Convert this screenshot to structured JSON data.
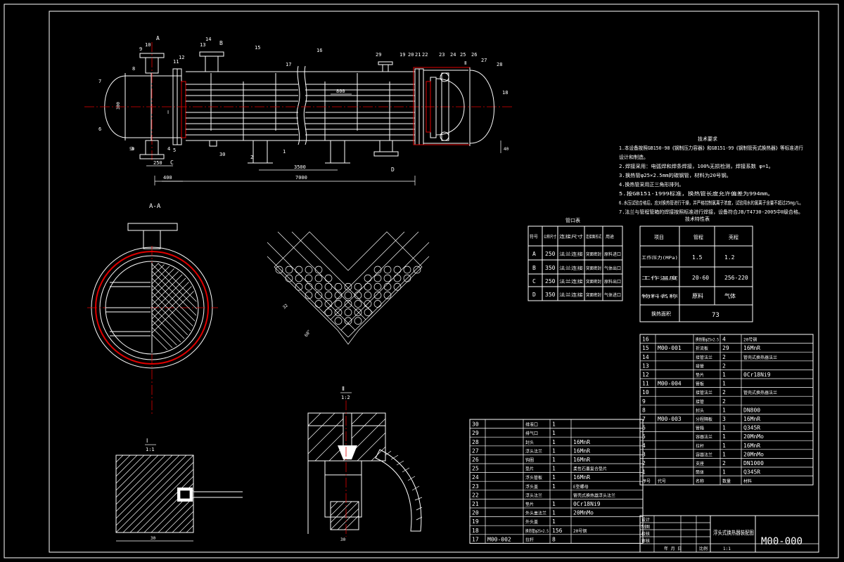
{
  "section_labels": {
    "aa": "A-A",
    "b_top": "Ⅱ",
    "b_bottom": "1:2",
    "c_top": "Ⅰ",
    "c_bottom": "1:1"
  },
  "dimensions": {
    "overall": "7000",
    "support": "3500",
    "support_left": "250",
    "middle": "800",
    "nozzle": "300",
    "right": "40",
    "left_end": "400",
    "pitch": "32",
    "angle": "60°",
    "flange_gap": "50",
    "section_c_width": "30",
    "section_b_width": "30"
  },
  "view_letters": {
    "a": "A",
    "b": "B",
    "c": "C",
    "d": "D",
    "section_mark": "Ⅰ",
    "section_mark2": "Ⅱ"
  },
  "balloons": [
    "1",
    "2",
    "3",
    "4",
    "5",
    "6",
    "7",
    "8",
    "9",
    "10",
    "11",
    "12",
    "13",
    "14",
    "15",
    "16",
    "17",
    "18",
    "19",
    "20",
    "21",
    "22",
    "23",
    "24",
    "25",
    "26",
    "27",
    "28",
    "29",
    "30"
  ],
  "tech_req": {
    "title": "技术要求",
    "lines": [
      "1.本设备按照GB150-98《钢制压力容器》和GB151-99《钢制管壳式换热器》等标准进行",
      "设计和制造。",
      "2.焊接采用：电弧焊和焊条焊接，100%无损检测，焊接系数 φ=1。",
      "3.换热管φ25×2.5mm的碳钢管，材料为20号钢。",
      "4.换热管采用正三角形排列。",
      "5.按GB151-1999标准，换热管长度允许偏差为994mm。",
      "6.水压试验合格后，应对换热管进行干燥，并严格控制氯离子浓度，试验用水的氯离子含量不超过25mg/L。",
      "7.法兰与管程管箱的焊接按照标准进行焊接，设备符合JB/T4730-2005中Ⅱ级合格。"
    ]
  },
  "nozzle_table": {
    "title": "管口表",
    "headers": [
      "符号",
      "公称尺寸",
      "连接尺寸",
      "连接面形式",
      "用途"
    ],
    "rows": [
      [
        "A",
        "250",
        "法兰连接",
        "突面密封",
        "原料进口"
      ],
      [
        "B",
        "350",
        "法兰连接",
        "突面密封",
        "气体出口"
      ],
      [
        "C",
        "250",
        "法兰连接",
        "突面密封",
        "原料出口"
      ],
      [
        "D",
        "350",
        "法兰连接",
        "突面密封",
        "气体进口"
      ]
    ]
  },
  "spec_table": {
    "title": "技术特性表",
    "headers": [
      "项目",
      "管程",
      "壳程"
    ],
    "rows": [
      [
        "工作压力(MPa)",
        "1.5",
        "1.2"
      ],
      [
        "工作温度",
        "20-60",
        "256-220"
      ],
      [
        "物料名称",
        "原料",
        "气体"
      ]
    ],
    "last_label": "换热面积",
    "last_value": "73"
  },
  "bom_upper": [
    [
      "16",
      "",
      "换热管φ25×2.5",
      "4",
      "20号钢"
    ],
    [
      "15",
      "M00-001",
      "折流板",
      "29",
      "16MnR"
    ],
    [
      "14",
      "",
      "接管法兰",
      "2",
      "管壳式换热器法兰"
    ],
    [
      "13",
      "",
      "接管",
      "2",
      ""
    ],
    [
      "12",
      "",
      "垫片",
      "1",
      "0Cr18Ni9"
    ],
    [
      "11",
      "M00-004",
      "管板",
      "1",
      ""
    ],
    [
      "10",
      "",
      "接管法兰",
      "2",
      "管壳式换热器法兰"
    ],
    [
      "9",
      "",
      "接管",
      "2",
      ""
    ],
    [
      "8",
      "",
      "封头",
      "1",
      "DN800"
    ],
    [
      "7",
      "M00-003",
      "分程隔板",
      "3",
      "16MnR"
    ],
    [
      "6",
      "",
      "管箱",
      "1",
      "Q345R"
    ],
    [
      "5",
      "",
      "容器法兰",
      "1",
      "20MnMo"
    ],
    [
      "4",
      "",
      "拉杆",
      "1",
      "16MnR"
    ],
    [
      "3",
      "",
      "容器法兰",
      "1",
      "20MnMo"
    ],
    [
      "2",
      "",
      "支座",
      "2",
      "DN1000"
    ],
    [
      "1",
      "",
      "筒体",
      "1",
      "Q345R"
    ]
  ],
  "bom_upper_header": [
    "序号",
    "代号",
    "名称",
    "数量",
    "材料"
  ],
  "bom_lower": [
    [
      "30",
      "",
      "排液口",
      "1",
      ""
    ],
    [
      "29",
      "",
      "排气口",
      "1",
      ""
    ],
    [
      "28",
      "",
      "封头",
      "1",
      "16MnR"
    ],
    [
      "27",
      "",
      "浮头法兰",
      "1",
      "16MnR"
    ],
    [
      "26",
      "",
      "钩圈",
      "1",
      "16MnR"
    ],
    [
      "25",
      "",
      "垫片",
      "1",
      "柔性石墨复合垫片"
    ],
    [
      "24",
      "",
      "浮头管板",
      "1",
      "16MnR"
    ],
    [
      "23",
      "",
      "浮头盖",
      "1",
      "E型螺母"
    ],
    [
      "22",
      "",
      "浮头法兰",
      "",
      "管壳式换热器浮头法兰"
    ],
    [
      "21",
      "",
      "垫片",
      "1",
      "0Cr18Ni9"
    ],
    [
      "20",
      "",
      "外头盖法兰",
      "1",
      "20MnMo"
    ],
    [
      "19",
      "",
      "外头盖",
      "1",
      ""
    ],
    [
      "18",
      "",
      "换热管φ25×2.5",
      "156",
      "20号钢"
    ],
    [
      "17",
      "M00-002",
      "拉杆",
      "8",
      ""
    ]
  ],
  "title_block": {
    "name": "浮头式换热器装配图",
    "drawing_no": "M00-000",
    "scale_label": "比例",
    "scale": "1:1",
    "date_label": "年 月 日",
    "rows": [
      "设计",
      "制图",
      "校核",
      "审核",
      "批准"
    ]
  }
}
